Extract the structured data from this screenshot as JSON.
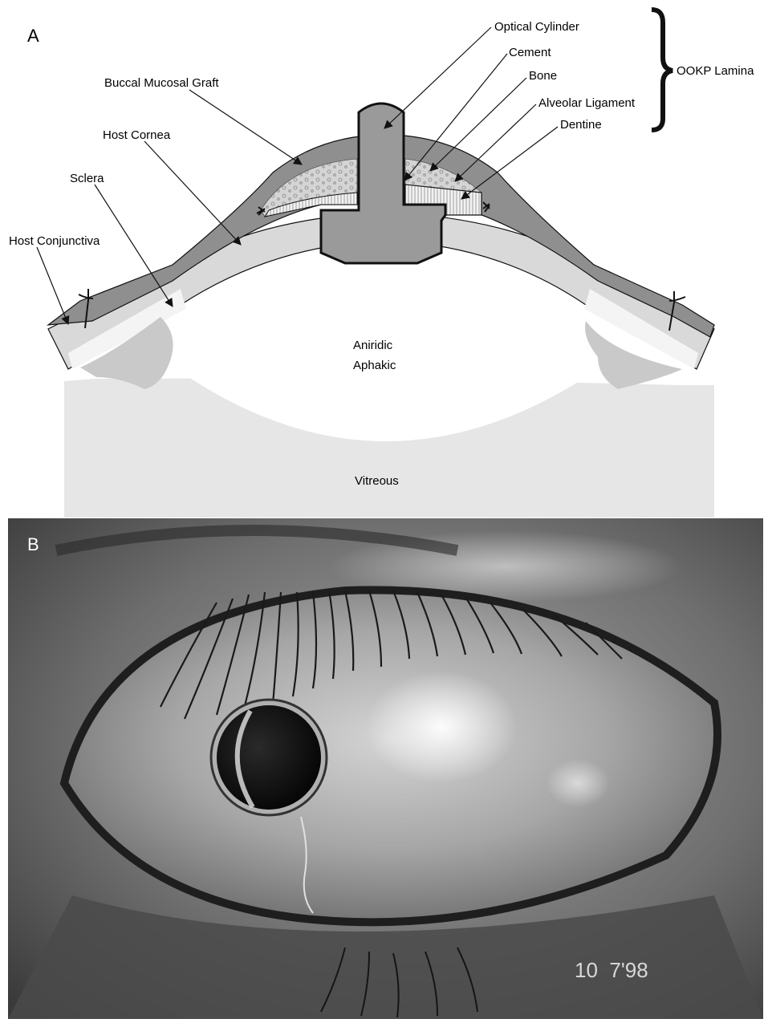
{
  "panel_a": {
    "letter": "A",
    "labels": {
      "optical_cylinder": "Optical Cylinder",
      "cement": "Cement",
      "bone": "Bone",
      "alveolar_ligament": "Alveolar Ligament",
      "dentine": "Dentine",
      "ookp_lamina": "OOKP Lamina",
      "buccal_mucosal_graft": "Buccal Mucosal Graft",
      "host_cornea": "Host Cornea",
      "sclera": "Sclera",
      "host_conjunctiva": "Host Conjunctiva",
      "aniridic": "Aniridic",
      "aphakic": "Aphakic",
      "vitreous": "Vitreous"
    }
  },
  "panel_b": {
    "letter": "B",
    "date_stamp": "10  7'98"
  },
  "colors": {
    "graft": "#8f8f8f",
    "cornea": "#d9d9d9",
    "vitreous": "#e6e6e6",
    "cylinder": "#9a9a9a",
    "outline": "#111111"
  }
}
